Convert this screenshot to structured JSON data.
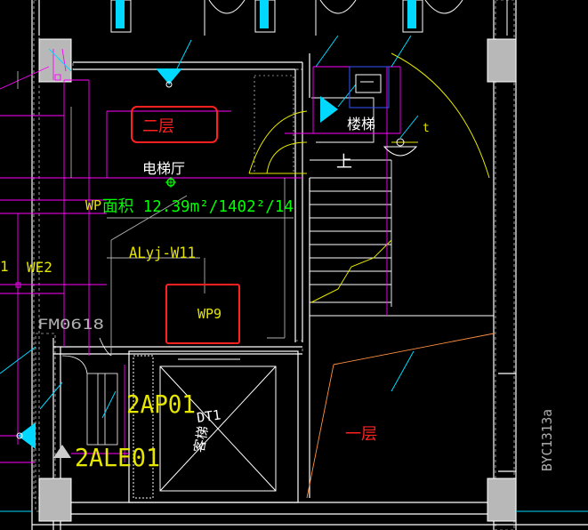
{
  "labels": {
    "second_floor": "二层",
    "first_floor": "一层",
    "elevator_hall": "电梯厅",
    "area_note": "面积 12.39m²/1402²/14",
    "wp9": "WP9",
    "wp_left": "WP",
    "we2": "WE2",
    "ayj_w11": "ALyj-W11",
    "fm": "FM0618",
    "ap01": "2AP01",
    "ale01": "2ALE01",
    "dt1": "DT1",
    "passenger_lift": "客梯",
    "stair": "楼梯",
    "up": "上",
    "byc": "BYC1313a",
    "t_mark": "t",
    "one": "1"
  },
  "colors": {
    "background": "#000000",
    "wall": "#ffffff",
    "magenta": "#ff00ff",
    "green": "#00ff00",
    "red": "#ff2020",
    "yellow": "#e6e600",
    "cyan": "#00d8ff",
    "blue": "#3355ff",
    "orange": "#ff9040",
    "gray": "#b0b0b0"
  }
}
